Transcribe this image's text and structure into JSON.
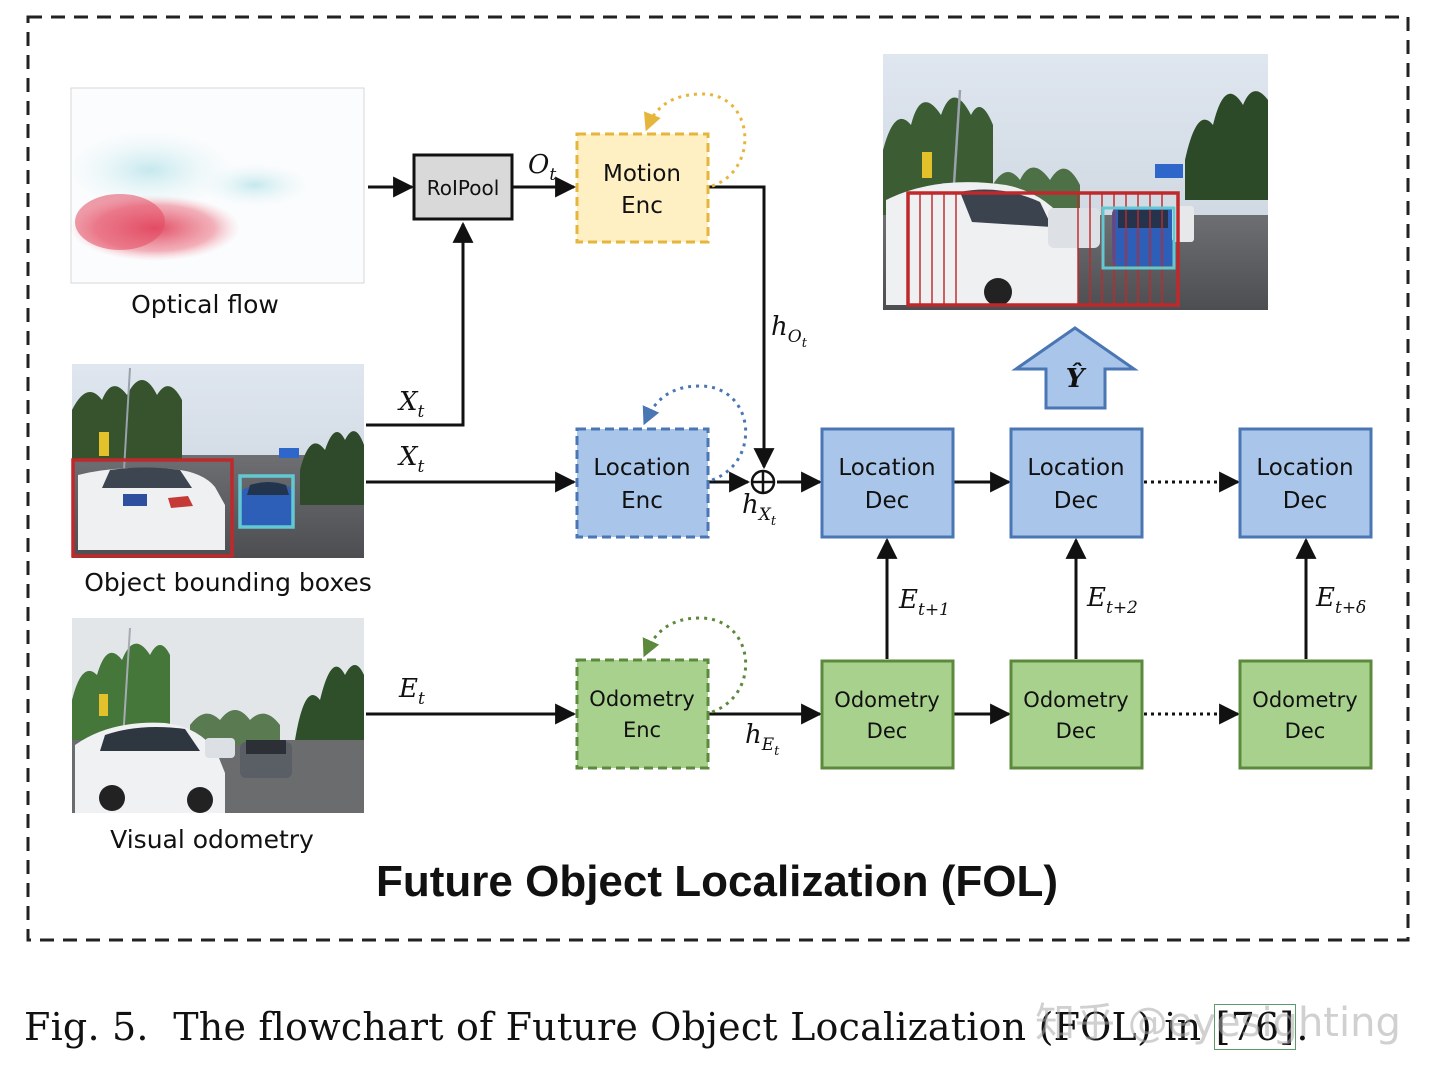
{
  "colors": {
    "location_fill": "#a9c6ea",
    "location_stroke": "#4a76b4",
    "odometry_fill": "#a9d18e",
    "odometry_stroke": "#5c8a3c",
    "motion_fill": "#fff0c4",
    "motion_stroke": "#e6b53c",
    "roipool_fill": "#d9d9d9",
    "arrow": "#111111",
    "bbox_red": "#c0292b",
    "bbox_cyan": "#64c8d2"
  },
  "inputs": {
    "optical_flow_label": "Optical flow",
    "bbox_label": "Object bounding boxes",
    "odometry_label": "Visual odometry"
  },
  "boxes": {
    "roipool": "RoIPool",
    "motion_enc": [
      "Motion",
      "Enc"
    ],
    "location_enc": [
      "Location",
      "Enc"
    ],
    "odometry_enc": [
      "Odometry",
      "Enc"
    ],
    "location_dec": [
      "Location",
      "Dec"
    ],
    "odometry_dec": [
      "Odometry",
      "Dec"
    ]
  },
  "symbols": {
    "o_t": "O",
    "o_t_sub": "t",
    "x_t": "X",
    "x_t_sub": "t",
    "e_t": "E",
    "e_t_sub": "t",
    "h": "h",
    "h_o_sub": "O",
    "h_x_sub": "X",
    "h_e_sub": "E",
    "h_inner_sub": "t",
    "e_t1": "E",
    "e_t1_sub": "t+1",
    "e_t2": "E",
    "e_t2_sub": "t+2",
    "e_td": "E",
    "e_td_sub": "t+δ",
    "y_hat": "Ŷ"
  },
  "title": "Future Object Localization (FOL)",
  "caption": {
    "prefix": "Fig. 5.",
    "text": "The flowchart of Future Object Localization (FOL) in ",
    "ref": "[76]",
    "suffix": "."
  },
  "watermark": "知乎 @eyesighting"
}
